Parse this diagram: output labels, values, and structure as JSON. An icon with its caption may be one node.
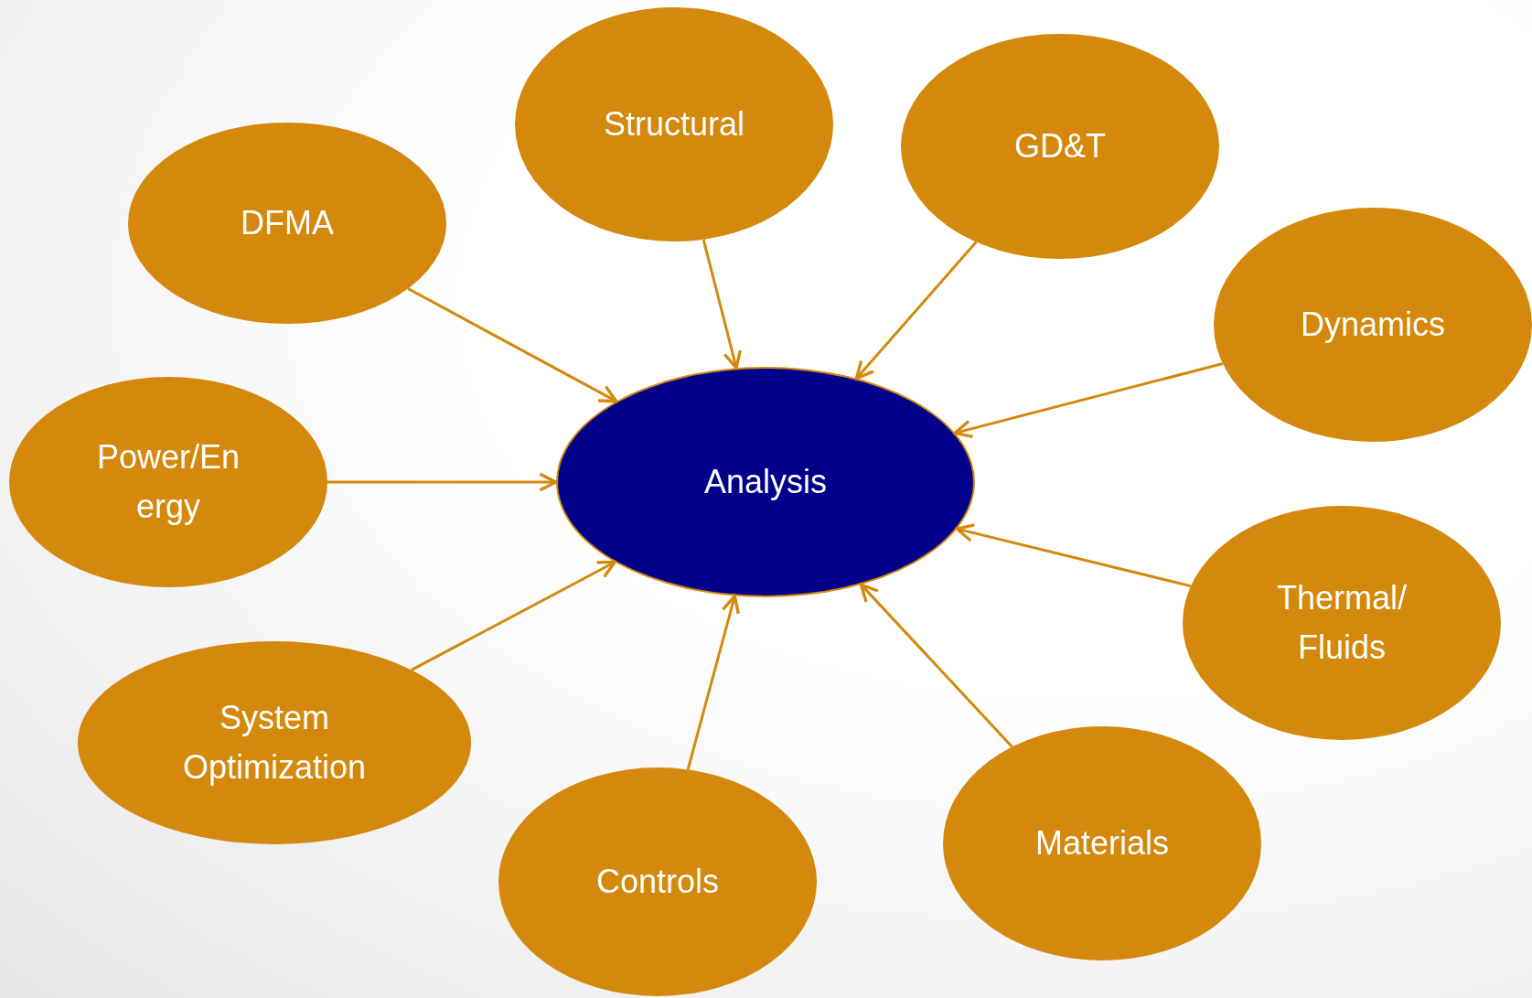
{
  "diagram": {
    "nodes": [
      {
        "text": [
          "Structural"
        ]
      },
      {
        "text": [
          "GD&T"
        ]
      },
      {
        "text": [
          "DFMA"
        ]
      },
      {
        "text": [
          "Dynamics"
        ]
      },
      {
        "text": [
          "Power/En ergy"
        ]
      },
      {
        "text": [
          "Analysis"
        ]
      },
      {
        "text": [
          "Thermal/ Fluids"
        ]
      },
      {
        "text": [
          "System Optimization"
        ]
      },
      {
        "text": [
          "Materials"
        ]
      },
      {
        "text": [
          "Controls"
        ]
      }
    ],
    "edges": [
      {
        "from": 0,
        "to": 5,
        "arrow": "to"
      },
      {
        "from": 1,
        "to": 5,
        "arrow": "to"
      },
      {
        "from": 2,
        "to": 5,
        "arrow": "to"
      },
      {
        "from": 3,
        "to": 5,
        "arrow": "to"
      },
      {
        "from": 4,
        "to": 5,
        "arrow": "to"
      },
      {
        "from": 6,
        "to": 5,
        "arrow": "to"
      },
      {
        "from": 7,
        "to": 5,
        "arrow": "to"
      },
      {
        "from": 8,
        "to": 5,
        "arrow": "to"
      },
      {
        "from": 9,
        "to": 5,
        "arrow": "to"
      }
    ]
  }
}
